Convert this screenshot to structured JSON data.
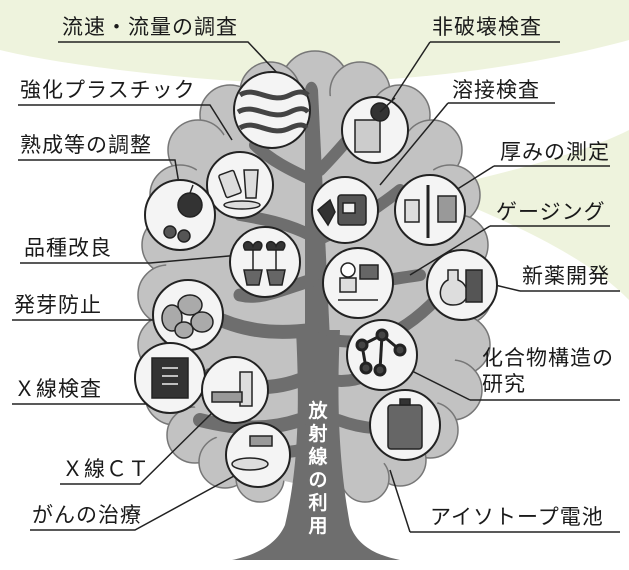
{
  "diagram": {
    "trunk_label": "放射線の利用",
    "labels": {
      "flow": "流速・流量の調査",
      "ndt": "非破壊検査",
      "plastic": "強化プラスチック",
      "welding": "溶接検査",
      "ripening": "熟成等の調整",
      "thickness": "厚みの測定",
      "breeding": "品種改良",
      "gauging": "ゲージング",
      "sprout": "発芽防止",
      "drug": "新薬開発",
      "compound_line1": "化合物構造の",
      "compound_line2": "研究",
      "xray": "Ｘ線検査",
      "ct": "Ｘ線ＣＴ",
      "cancer": "がんの治療",
      "battery": "アイソトープ電池"
    }
  }
}
